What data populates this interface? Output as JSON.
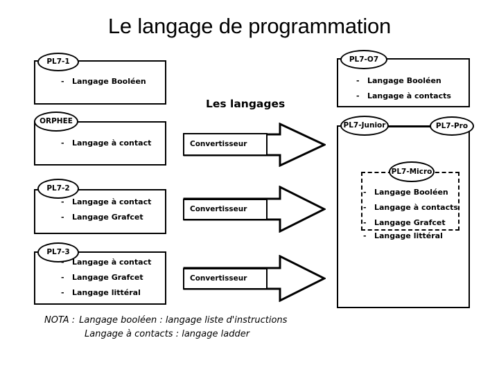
{
  "slide": {
    "title": "Le langage de programmation",
    "center_heading": "Les langages"
  },
  "left_column": {
    "groups": [
      {
        "label": "PL7-1",
        "items": [
          "Langage Booléen"
        ]
      },
      {
        "label": "ORPHEE",
        "items": [
          "Langage à contact"
        ]
      },
      {
        "label": "PL7-2",
        "items": [
          "Langage à contact",
          "Langage Grafcet"
        ]
      },
      {
        "label": "PL7-3",
        "items": [
          "Langage à contact",
          "Langage Grafcet",
          "Langage littéral"
        ]
      }
    ]
  },
  "converters": [
    {
      "label": "Convertisseur"
    },
    {
      "label": "Convertisseur"
    },
    {
      "label": "Convertisseur"
    }
  ],
  "right_column": {
    "top_group": {
      "label": "PL7-O7",
      "items": [
        "Langage Booléen",
        "Langage à contacts"
      ]
    },
    "main_group": {
      "labels": [
        "PL7-Junior",
        "PL7-Pro"
      ],
      "inner_label": "PL7-Micro",
      "inner_items": [
        "Langage Booléen",
        "Langage à contacts",
        "Langage Grafcet"
      ],
      "outer_items": [
        "Langage littéral"
      ]
    }
  },
  "footnote": {
    "label": "NOTA :",
    "line1": "Langage booléen : langage liste d'instructions",
    "line2": "Langage à contacts : langage ladder"
  },
  "bullet_marker": "-",
  "colors": {
    "stroke": "#000000",
    "background": "#ffffff",
    "text": "#000000"
  }
}
